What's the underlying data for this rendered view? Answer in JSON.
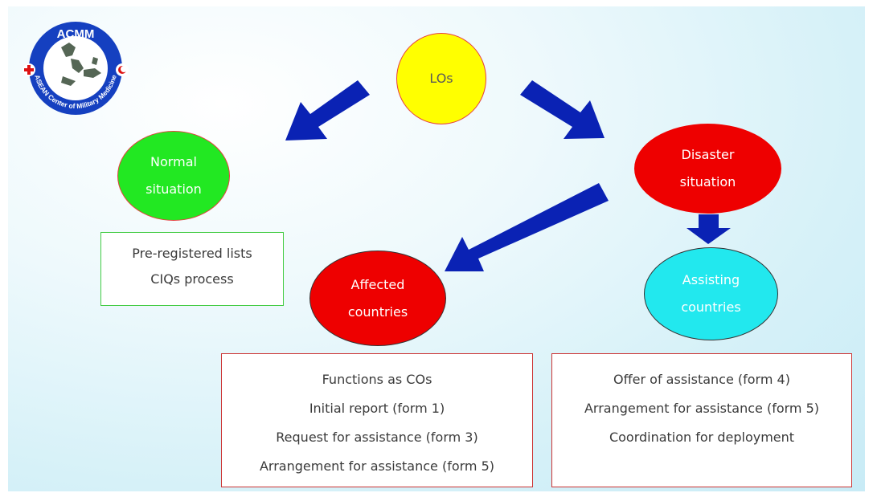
{
  "logo": {
    "top_text": "ACMM",
    "ring_text": "ASEAN Center of Military Medicine"
  },
  "nodes": {
    "los": {
      "label": "LOs"
    },
    "normal": {
      "line1": "Normal",
      "line2": "situation"
    },
    "disaster": {
      "line1": "Disaster",
      "line2": "situation"
    },
    "affected": {
      "line1": "Affected",
      "line2": "countries"
    },
    "assisting": {
      "line1": "Assisting",
      "line2": "countries"
    }
  },
  "boxes": {
    "normal_box": {
      "items": [
        "Pre-registered lists",
        "CIQs process"
      ]
    },
    "affected_box": {
      "items": [
        "Functions as COs",
        "Initial report (form 1)",
        "Request for assistance (form 3)",
        "Arrangement for assistance (form 5)"
      ]
    },
    "assisting_box": {
      "items": [
        "Offer of assistance (form 4)",
        "Arrangement for assistance (form 5)",
        "Coordination for deployment"
      ]
    }
  },
  "colors": {
    "los_fill": "#ffff00",
    "normal_fill": "#22e822",
    "disaster_fill": "#ee0000",
    "affected_fill": "#ee0000",
    "assisting_fill": "#22e8ee",
    "arrow_fill": "#0a22b4",
    "normal_box_border": "#44cc44",
    "red_box_border": "#cc3333",
    "logo_blue": "#1540c0"
  }
}
